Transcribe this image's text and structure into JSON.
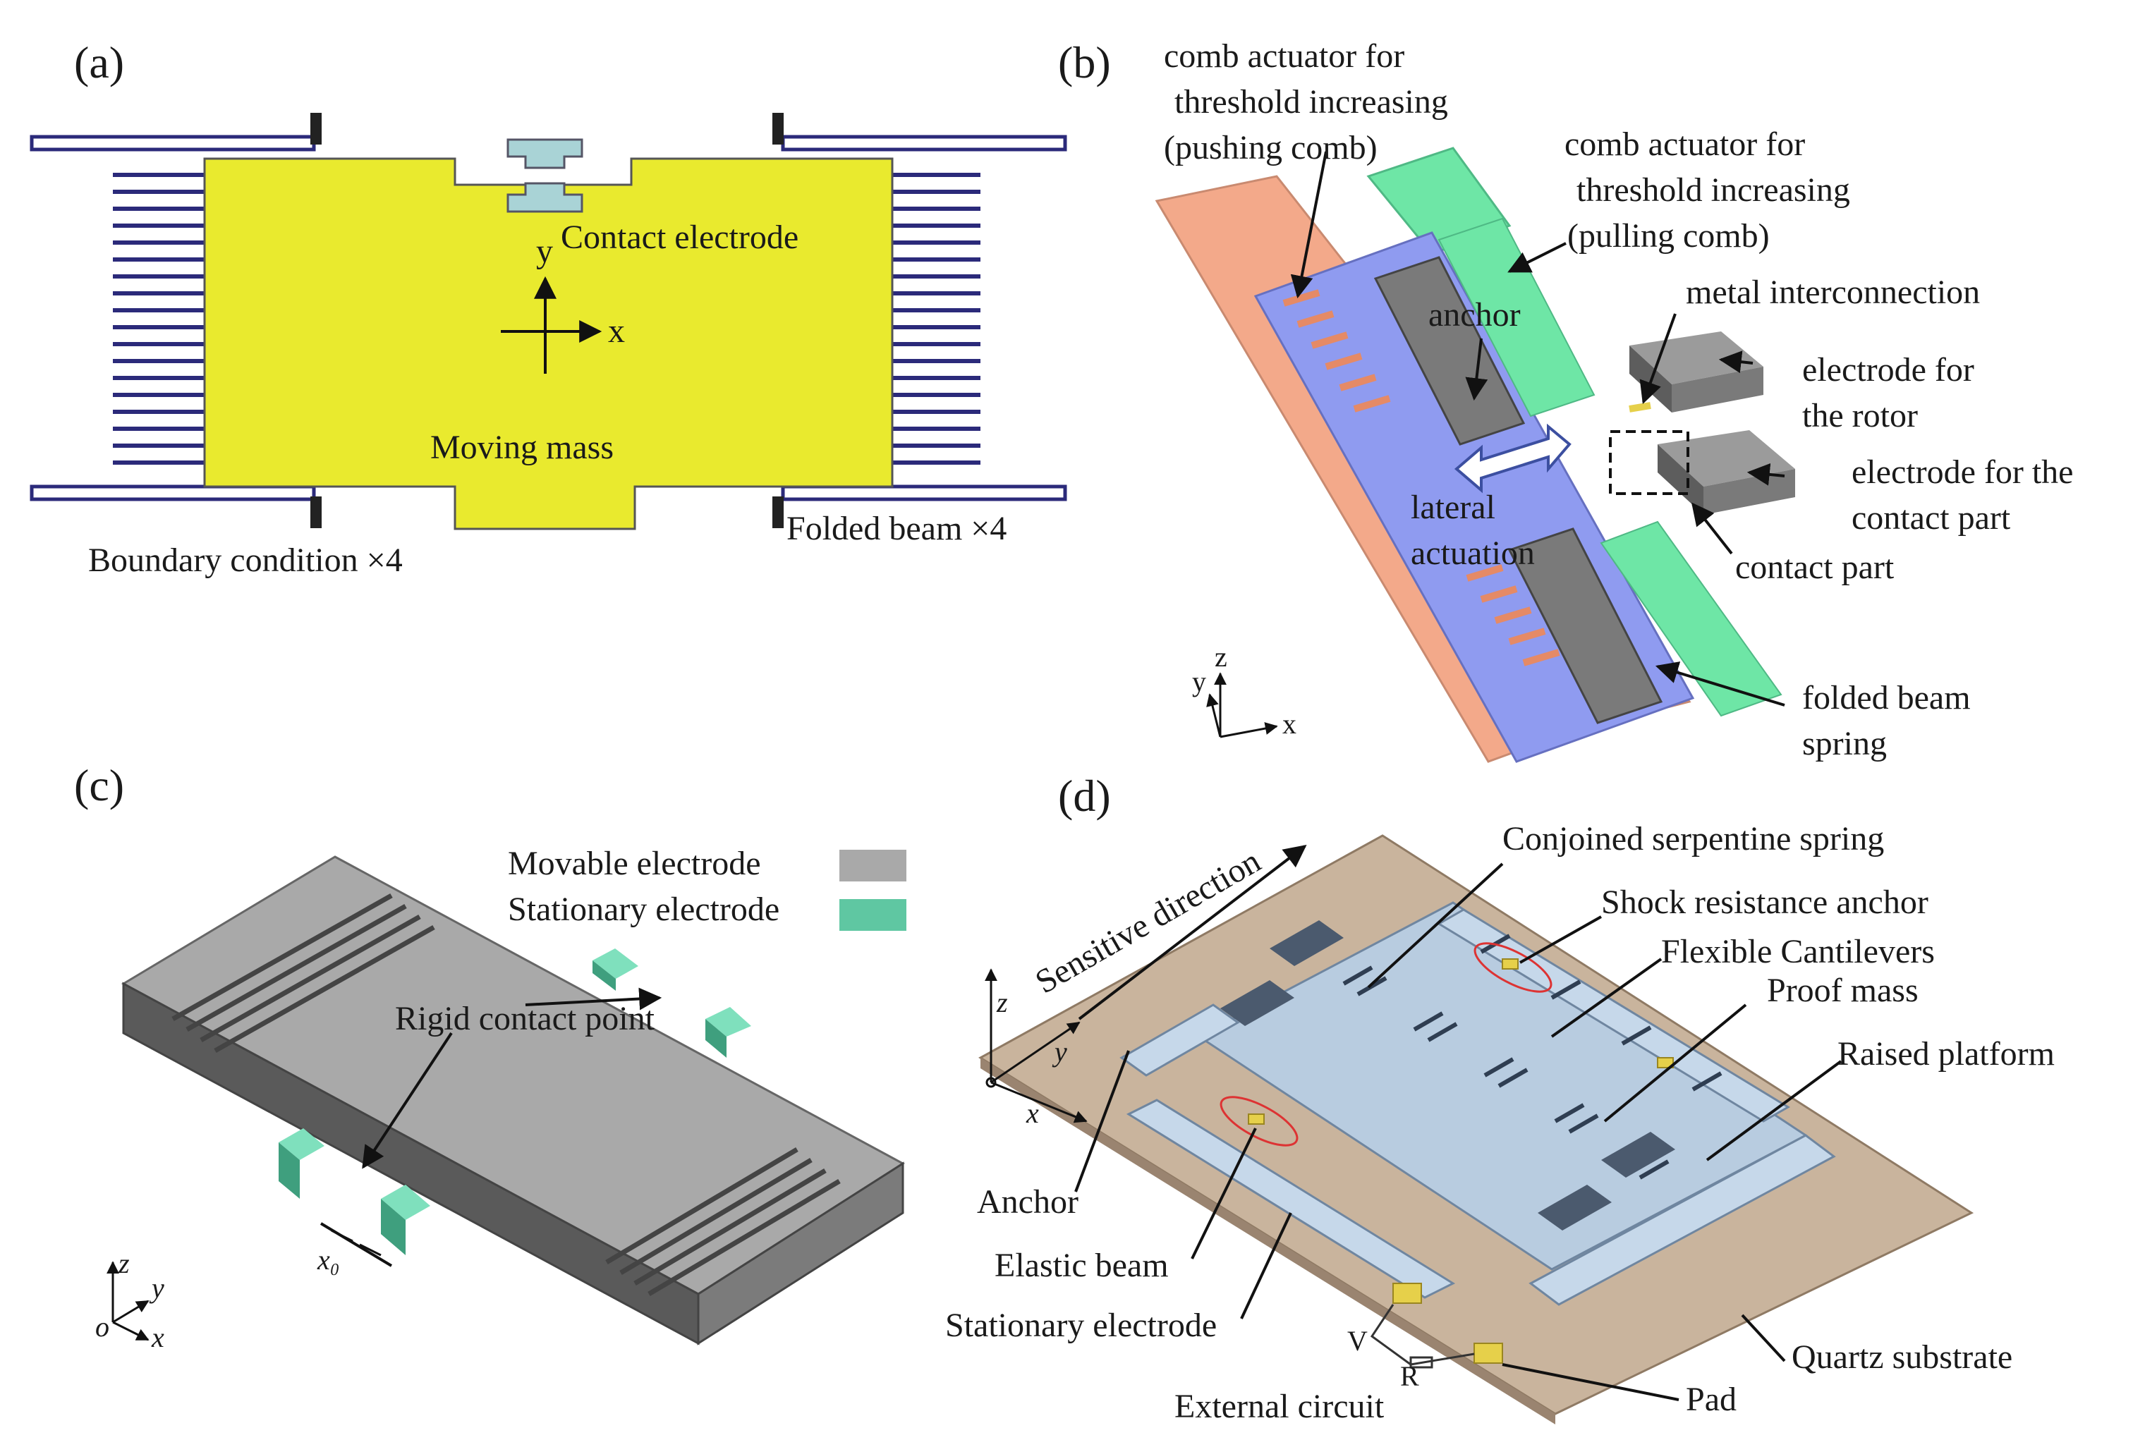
{
  "panels": {
    "a": {
      "label": "(a)",
      "texts": {
        "contact_electrode": "Contact electrode",
        "moving_mass": "Moving mass",
        "boundary_condition": "Boundary condition ×4",
        "folded_beam": "Folded beam ×4",
        "axis_y": "y",
        "axis_x": "x"
      },
      "colors": {
        "mass": "#E9EA2E",
        "beam": "#2B2A7A",
        "electrode": "#A9D3D6"
      }
    },
    "b": {
      "label": "(b)",
      "texts": {
        "pushing_1": "comb actuator for",
        "pushing_2": "threshold increasing",
        "pushing_3": "(pushing comb)",
        "pulling_1": "comb actuator for",
        "pulling_2": "threshold increasing",
        "pulling_3": "(pulling comb)",
        "metal": "metal interconnection",
        "anchor": "anchor",
        "rotor_1": "electrode for",
        "rotor_2": "the rotor",
        "contact_el_1": "electrode for the",
        "contact_el_2": "contact part",
        "lateral_1": "lateral",
        "lateral_2": "actuation",
        "contact_part": "contact part",
        "folded_1": "folded beam",
        "folded_2": "spring",
        "axis_y": "y",
        "axis_z": "z",
        "axis_x": "x"
      },
      "colors": {
        "frame": "#F3A98A",
        "rotor": "#8F9BF0",
        "comb_green": "#6EE6A6",
        "gray": "#7A7A7A"
      }
    },
    "c": {
      "label": "(c)",
      "texts": {
        "movable": "Movable electrode",
        "stationary": "Stationary electrode",
        "rigid": "Rigid contact point",
        "x0": "x₀",
        "axis_z": "z",
        "axis_y": "y",
        "axis_o": "o",
        "axis_x": "x"
      },
      "colors": {
        "movable": "#A9A9A9",
        "stationary": "#5FC7A2"
      }
    },
    "d": {
      "label": "(d)",
      "texts": {
        "conjoined": "Conjoined serpentine spring",
        "sensitive": "Sensitive direction",
        "shock": "Shock resistance anchor",
        "flexible": "Flexible Cantilevers",
        "proof": "Proof mass",
        "raised": "Raised platform",
        "anchor": "Anchor",
        "elastic": "Elastic beam",
        "stationary": "Stationary electrode",
        "quartz": "Quartz substrate",
        "pad": "Pad",
        "external": "External circuit",
        "v": "V",
        "r": "R",
        "axis_z": "z",
        "axis_y": "y",
        "axis_x": "x"
      },
      "colors": {
        "substrate": "#C9B49D",
        "structure": "#B8CCE0",
        "pad": "#E6D04A"
      }
    }
  }
}
